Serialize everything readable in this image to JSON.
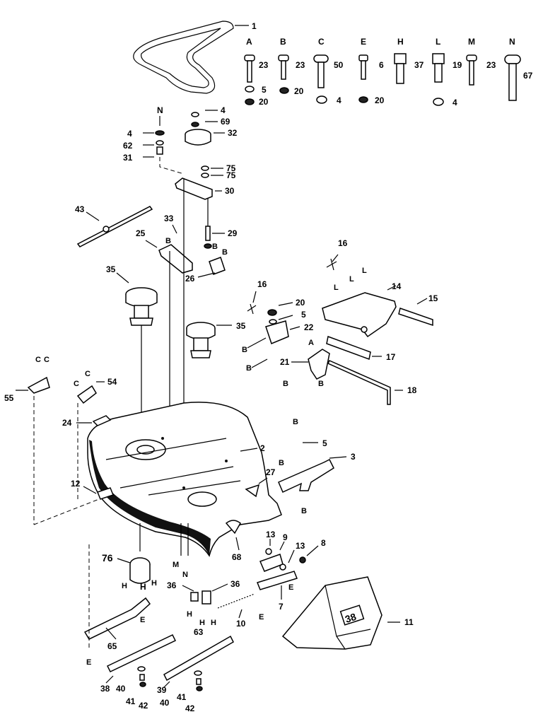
{
  "hardware": [
    {
      "letter": "A",
      "qty": "23"
    },
    {
      "letter": "B",
      "qty": "23"
    },
    {
      "letter": "C",
      "qty": "50"
    },
    {
      "letter": "E",
      "qty": "6"
    },
    {
      "letter": "H",
      "qty": "37"
    },
    {
      "letter": "L",
      "qty": "19"
    },
    {
      "letter": "M",
      "qty": "23"
    },
    {
      "letter": "N",
      "qty": "67"
    }
  ],
  "nut_qty": [
    "5",
    "20",
    "20",
    "4",
    "20",
    "4"
  ],
  "callouts": {
    "p1": "1",
    "p2": "2",
    "p3": "3",
    "p4a": "4",
    "p4b": "4",
    "p5a": "5",
    "p5b": "5",
    "p7": "7",
    "p8": "8",
    "p9": "9",
    "p10": "10",
    "p11": "11",
    "p12": "12",
    "p13a": "13",
    "p13b": "13",
    "p14": "14",
    "p15": "15",
    "p16a": "16",
    "p16b": "16",
    "p17": "17",
    "p18": "18",
    "p20": "20",
    "p21": "21",
    "p22": "22",
    "p24": "24",
    "p25": "25",
    "p26": "26",
    "p27": "27",
    "p29": "29",
    "p30": "30",
    "p31": "31",
    "p32": "32",
    "p33": "33",
    "p35a": "35",
    "p35b": "35",
    "p36a": "36",
    "p36b": "36",
    "p38": "38",
    "p39": "39",
    "p40a": "40",
    "p40b": "40",
    "p41a": "41",
    "p41b": "41",
    "p42a": "42",
    "p42b": "42",
    "p43": "43",
    "p54": "54",
    "p55": "55",
    "p62": "62",
    "p63": "63",
    "p65": "65",
    "p68": "68",
    "p69": "69",
    "p75a": "75",
    "p75b": "75",
    "p76": "76"
  },
  "letters": {
    "n": "N",
    "b": "B",
    "c": "C",
    "a": "A",
    "l": "L",
    "e": "E",
    "h": "H",
    "m": "M"
  },
  "shroud_badge": "38"
}
